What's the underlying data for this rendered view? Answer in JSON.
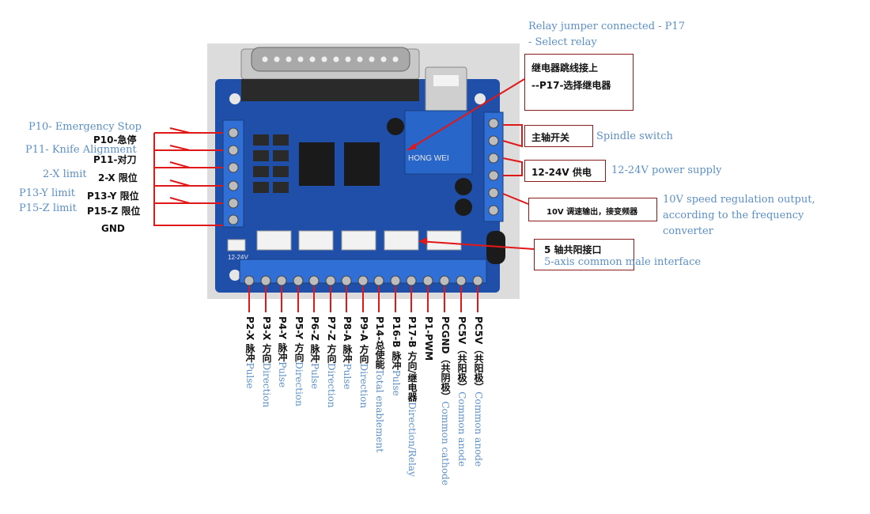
{
  "top_note": {
    "en_line1": "Relay jumper connected - P17",
    "en_line2": "- Select relay",
    "cn_line1": "继电器跳线接上",
    "cn_line2": "--P17-选择继电器"
  },
  "left_labels": [
    {
      "en": "P10- Emergency Stop",
      "cn": "P10-急停"
    },
    {
      "en": "P11- Knife Alignment",
      "cn": "P11-对刀"
    },
    {
      "en": "2-X limit",
      "cn": "2-X 限位"
    },
    {
      "en": "P13-Y limit",
      "cn": "P13-Y 限位"
    },
    {
      "en": "P15-Z limit",
      "cn": "P15-Z 限位"
    }
  ],
  "gnd_label": "GND",
  "right_labels": {
    "spindle_cn": "主轴开关",
    "spindle_en": "Spindle switch",
    "power_cn": "12-24V 供电",
    "power_en": "12-24V power supply",
    "speed_cn": "10V 调速输出，接变频器",
    "speed_en_1": "10V speed regulation output,",
    "speed_en_2": "according to the frequency",
    "speed_en_3": "converter",
    "axis_cn": "5 轴共阳接口",
    "axis_en": "5-axis common male interface"
  },
  "bottom_pins": [
    {
      "cn": "P2-X 脉冲",
      "en": "Pulse"
    },
    {
      "cn": "P3-X 方向",
      "en": "Direction"
    },
    {
      "cn": "P4-Y 脉冲",
      "en": "Pulse"
    },
    {
      "cn": "P5-Y 方向",
      "en": "Direction"
    },
    {
      "cn": "P6-Z 脉冲",
      "en": "Pulse"
    },
    {
      "cn": "P7-Z 方向",
      "en": "Direction"
    },
    {
      "cn": "P8-A 脉冲",
      "en": "Pulse"
    },
    {
      "cn": "P9-A 方向",
      "en": "Direction"
    },
    {
      "cn": "P14-总使能",
      "en": "Total enablement"
    },
    {
      "cn": "P16-B 脉冲",
      "en": "Pulse"
    },
    {
      "cn": "P17-B 方向/继电器",
      "en": "Direction/Relay"
    },
    {
      "cn": "P1-PWM",
      "en": ""
    },
    {
      "cn": "PCGND（共阴极）",
      "en": "Common cathode"
    },
    {
      "cn": "PC5V（共阳极）",
      "en": "Common anode"
    },
    {
      "cn": "PC5V（共阳极）",
      "en": "Common anode"
    }
  ],
  "board_text": {
    "relay_brand": "HONG WEI",
    "input_label": "12-24V"
  },
  "colors": {
    "board": "#1f4fa8",
    "terminal": "#2f6fd6",
    "annotation_line": "#e01818",
    "english_text": "#5b8fc6",
    "box_border": "#8b1a1a"
  }
}
